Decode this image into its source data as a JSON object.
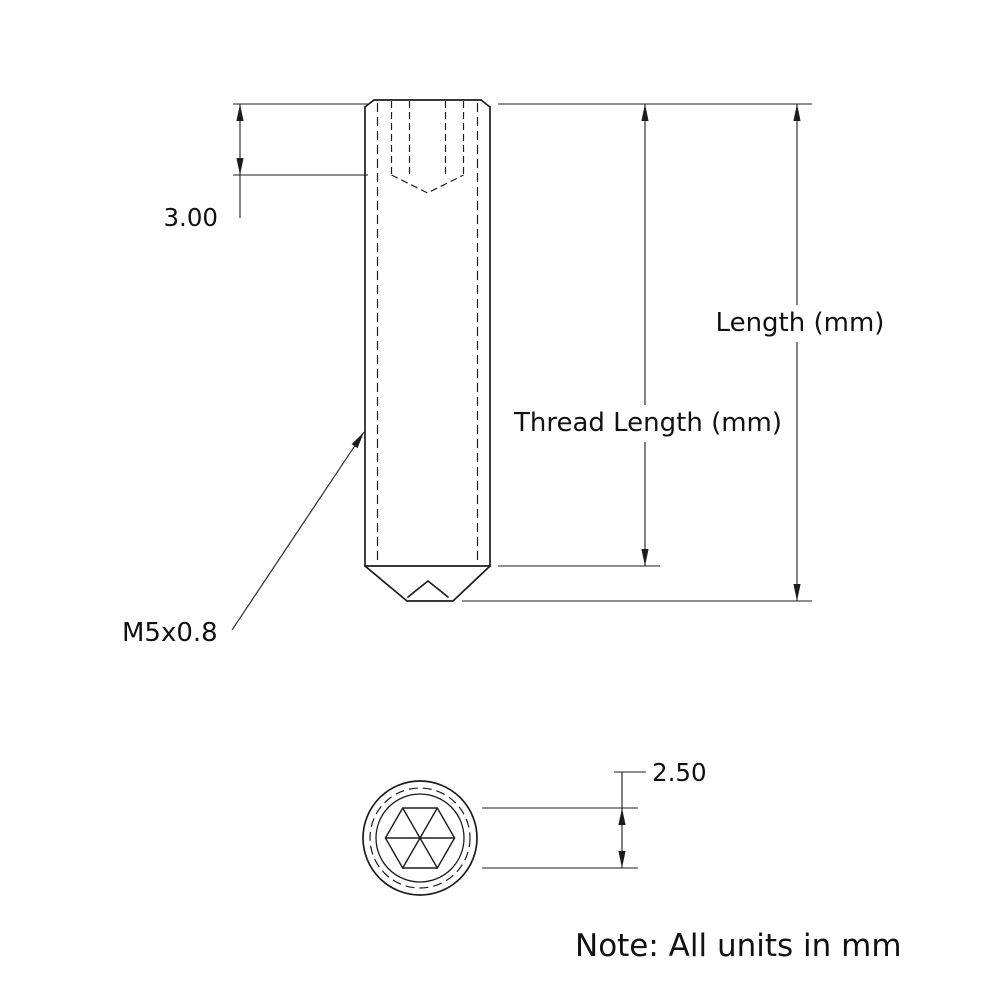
{
  "page": {
    "background": "#ffffff"
  },
  "drawing": {
    "line_color": "#1c1c1c",
    "dimensions": {
      "socket_depth": "3.00",
      "overall_length": "Length (mm)",
      "thread_length": "Thread Length (mm)",
      "thread_spec": "M5x0.8",
      "hex_socket_size": "2.50"
    },
    "note": "Note: All units in mm"
  }
}
